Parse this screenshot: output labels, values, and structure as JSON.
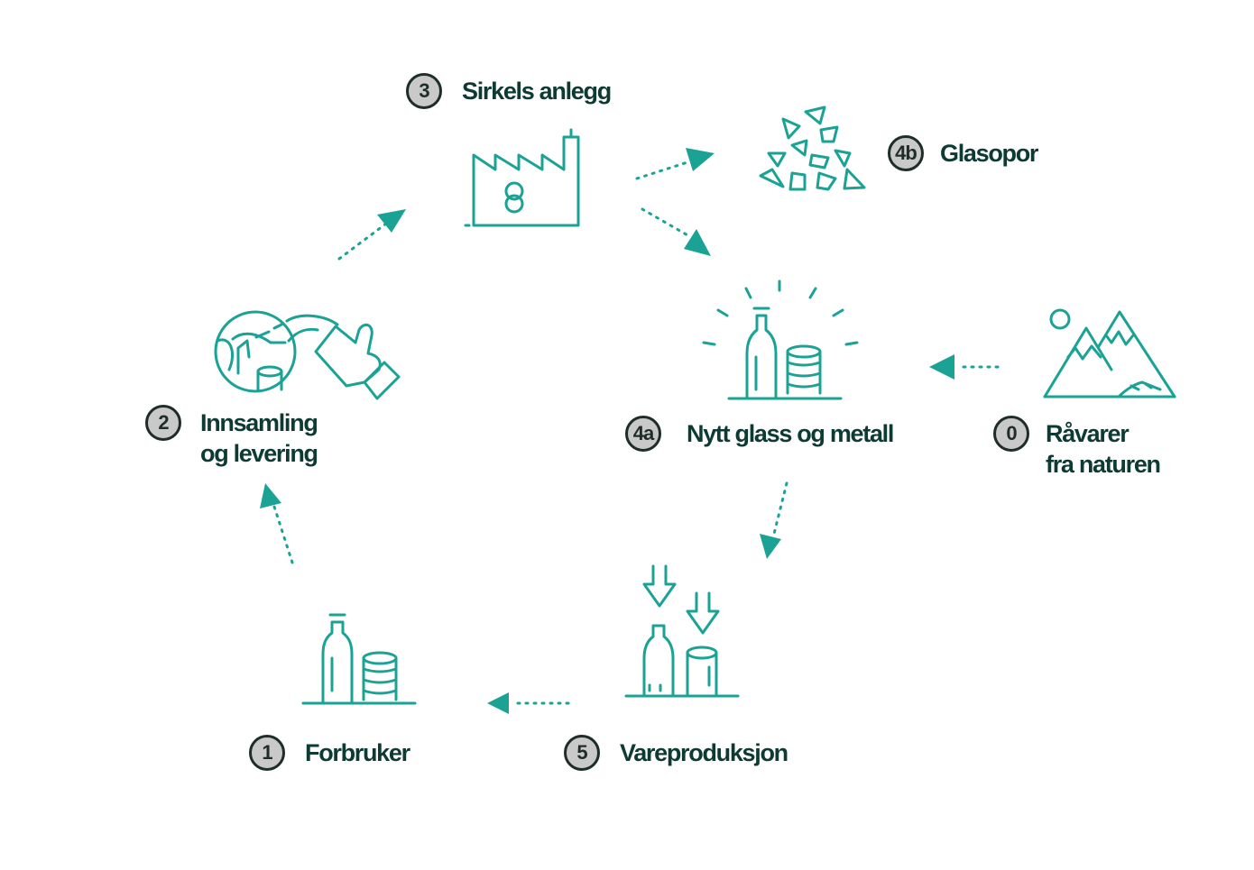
{
  "colors": {
    "accent": "#1aa394",
    "text": "#0d3b33",
    "badge_fill": "#c9c9c9",
    "badge_border": "#1f2d2a"
  },
  "steps": {
    "s0": {
      "number": "0",
      "label": "Råvarer\nfra naturen",
      "icon": "mountains-icon"
    },
    "s1": {
      "number": "1",
      "label": "Forbruker",
      "icon": "bottle-and-can-icon"
    },
    "s2": {
      "number": "2",
      "label": "Innsamling\nog levering",
      "icon": "collection-globe-hand-icon"
    },
    "s3": {
      "number": "3",
      "label": "Sirkels anlegg",
      "icon": "factory-icon"
    },
    "s4a": {
      "number": "4a",
      "label": "Nytt glass og metall",
      "icon": "shining-bottle-and-can-icon"
    },
    "s4b": {
      "number": "4b",
      "label": "Glasopor",
      "icon": "glass-fragments-icon"
    },
    "s5": {
      "number": "5",
      "label": "Vareproduksjon",
      "icon": "production-arrows-icon"
    }
  }
}
